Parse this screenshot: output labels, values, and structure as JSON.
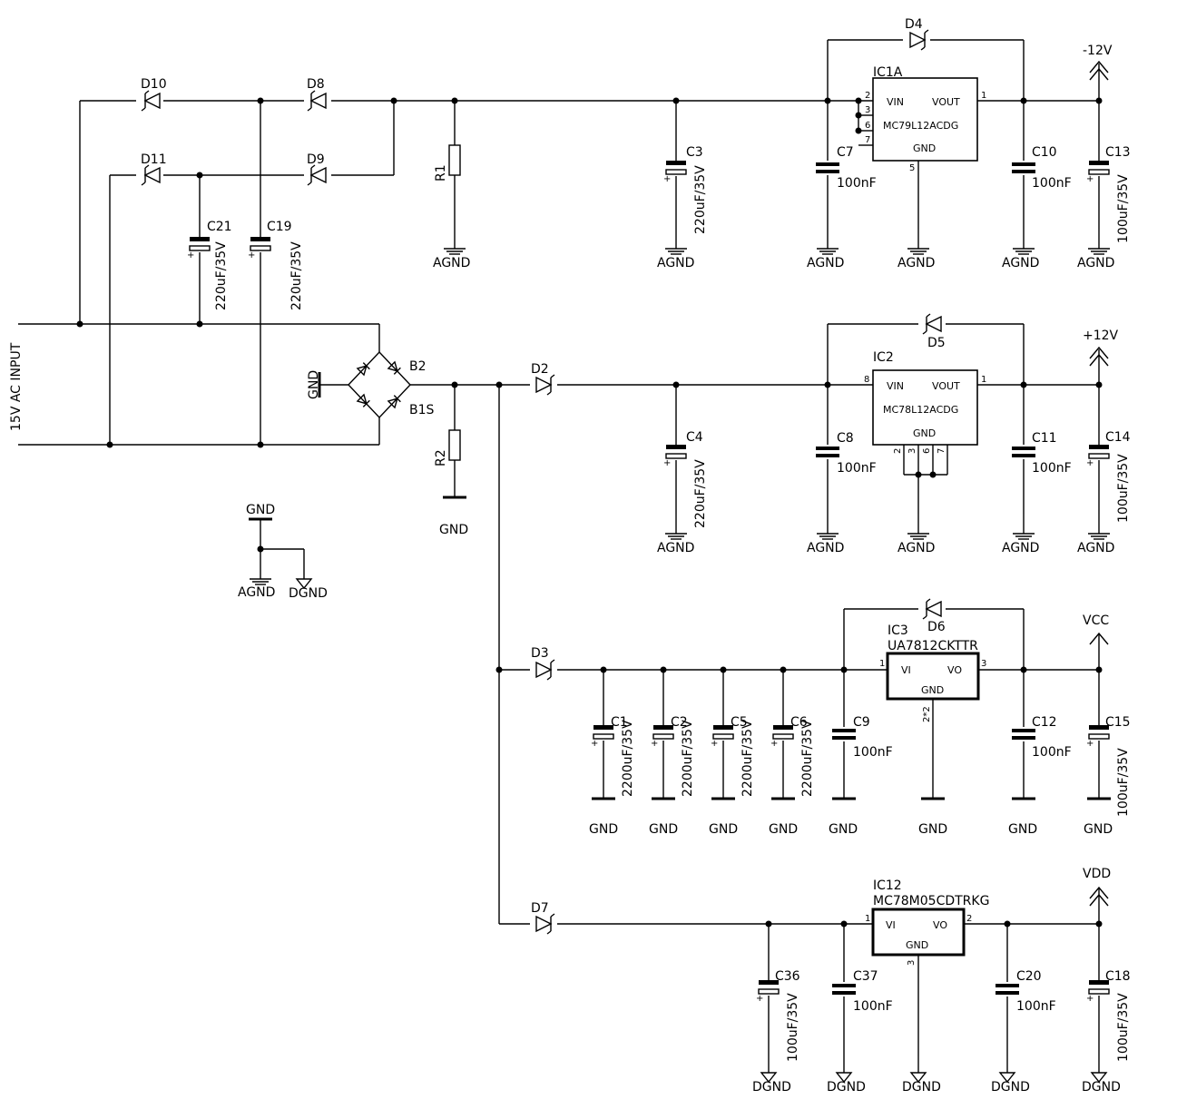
{
  "input_label": "15V AC INPUT",
  "rails": {
    "neg12": "-12V",
    "pos12": "+12V",
    "vcc": "VCC",
    "vdd": "VDD"
  },
  "grounds": {
    "agnd": "AGND",
    "gnd": "GND",
    "dgnd": "DGND"
  },
  "bridge": {
    "name": "B2",
    "value": "B1S"
  },
  "diodes": {
    "d2": "D2",
    "d3": "D3",
    "d4": "D4",
    "d5": "D5",
    "d6": "D6",
    "d7": "D7",
    "d8": "D8",
    "d9": "D9",
    "d10": "D10",
    "d11": "D11"
  },
  "resistors": {
    "r1": "R1",
    "r2": "R2"
  },
  "caps": {
    "c1": {
      "name": "C1",
      "value": "2200uF/35V"
    },
    "c2": {
      "name": "C2",
      "value": "2200uF/35V"
    },
    "c3": {
      "name": "C3",
      "value": "220uF/35V"
    },
    "c4": {
      "name": "C4",
      "value": "220uF/35V"
    },
    "c5": {
      "name": "C5",
      "value": "2200uF/35V"
    },
    "c6": {
      "name": "C6",
      "value": "2200uF/35V"
    },
    "c7": {
      "name": "C7",
      "value": "100nF"
    },
    "c8": {
      "name": "C8",
      "value": "100nF"
    },
    "c9": {
      "name": "C9",
      "value": "100nF"
    },
    "c10": {
      "name": "C10",
      "value": "100nF"
    },
    "c11": {
      "name": "C11",
      "value": "100nF"
    },
    "c12": {
      "name": "C12",
      "value": "100nF"
    },
    "c13": {
      "name": "C13",
      "value": "100uF/35V"
    },
    "c14": {
      "name": "C14",
      "value": "100uF/35V"
    },
    "c15": {
      "name": "C15",
      "value": "100uF/35V"
    },
    "c18": {
      "name": "C18",
      "value": "100uF/35V"
    },
    "c19": {
      "name": "C19",
      "value": "220uF/35V"
    },
    "c20": {
      "name": "C20",
      "value": "100nF"
    },
    "c21": {
      "name": "C21",
      "value": "220uF/35V"
    },
    "c36": {
      "name": "C36",
      "value": "100uF/35V"
    },
    "c37": {
      "name": "C37",
      "value": "100nF"
    }
  },
  "ics": {
    "ic1a": {
      "name": "IC1A",
      "part": "MC79L12ACDG",
      "vin": "VIN",
      "vout": "VOUT",
      "gnd": "GND",
      "pins": [
        "2",
        "3",
        "6",
        "7",
        "1",
        "5"
      ]
    },
    "ic2": {
      "name": "IC2",
      "part": "MC78L12ACDG",
      "vin": "VIN",
      "vout": "VOUT",
      "gnd": "GND",
      "pins": [
        "8",
        "1",
        "2",
        "3",
        "6",
        "7"
      ]
    },
    "ic3": {
      "name": "IC3",
      "part": "UA7812CKTTR",
      "vin": "VI",
      "vout": "VO",
      "gnd": "GND",
      "pins": [
        "1",
        "3",
        "2*2"
      ]
    },
    "ic12": {
      "name": "IC12",
      "part": "MC78M05CDTRKG",
      "vin": "VI",
      "vout": "VO",
      "gnd": "GND",
      "pins": [
        "1",
        "2",
        "3"
      ]
    }
  },
  "plus": "+"
}
